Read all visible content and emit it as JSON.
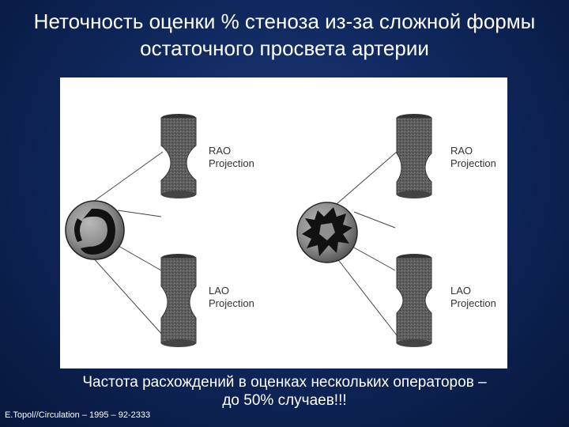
{
  "slide": {
    "title_line1": "Неточность оценки % стеноза из-за сложной формы",
    "title_line2": "остаточного просвета артерии",
    "caption_line1": "Частота расхождений в оценках нескольких операторов –",
    "caption_line2": "до 50% случаев!!!",
    "credit": "E.Topol//Circulation – 1995 – 92-2333"
  },
  "figure": {
    "left_panel": {
      "top_label": {
        "line1": "RAO",
        "line2": "Projection"
      },
      "bottom_label": {
        "line1": "LAO",
        "line2": "Projection"
      }
    },
    "right_panel": {
      "top_label": {
        "line1": "RAO",
        "line2": "Projection"
      },
      "bottom_label": {
        "line1": "LAO",
        "line2": "Projection"
      }
    }
  },
  "colors": {
    "background": "#10285e",
    "text": "#ffffff",
    "figure_background": "#ffffff",
    "vessel": "#5a5a5a"
  }
}
